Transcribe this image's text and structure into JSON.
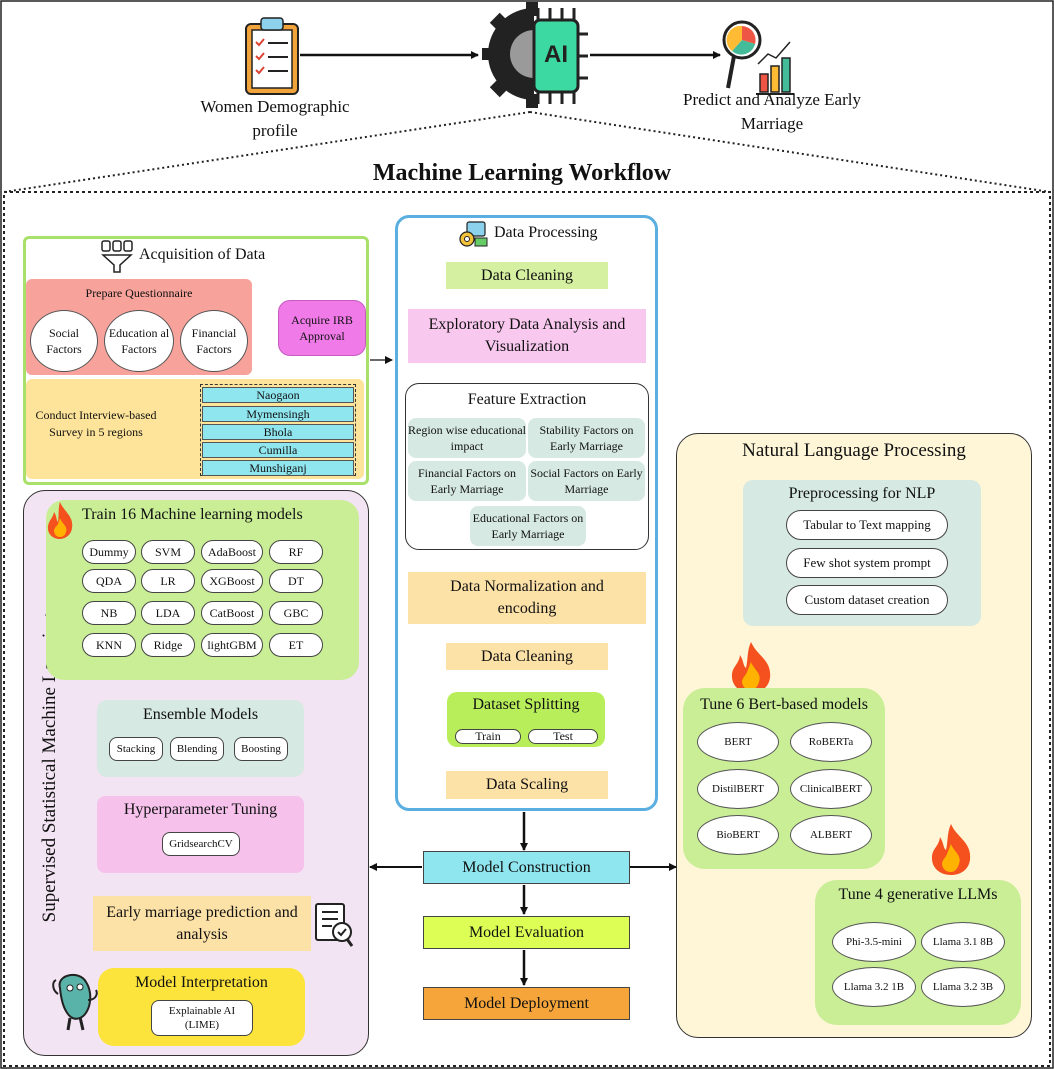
{
  "header": {
    "input_label": "Women Demographic profile",
    "ai_label": "AI",
    "output_label": "Predict and Analyze Early Marriage",
    "title": "Machine Learning Workflow"
  },
  "acquisition": {
    "title": "Acquisition of Data",
    "questionnaire_title": "Prepare Questionnaire",
    "factors": [
      "Social Factors",
      "Education al Factors",
      "Financial Factors"
    ],
    "irb": "Acquire IRB Approval",
    "survey": "Conduct Interview-based Survey in 5 regions",
    "regions": [
      "Naogaon",
      "Mymensingh",
      "Bhola",
      "Cumilla",
      "Munshiganj"
    ]
  },
  "processing": {
    "title": "Data Processing",
    "cleaning1": "Data Cleaning",
    "eda": "Exploratory Data Analysis and Visualization",
    "feature_title": "Feature Extraction",
    "features": [
      "Region wise educational impact",
      "Stability Factors on Early Marriage",
      "Financial Factors on Early Marriage",
      "Social Factors on Early Marriage",
      "Educational Factors on Early Marriage"
    ],
    "normalization": "Data Normalization and encoding",
    "cleaning2": "Data Cleaning",
    "splitting_title": "Dataset Splitting",
    "train": "Train",
    "test": "Test",
    "scaling": "Data Scaling"
  },
  "supervised": {
    "side_label": "Supervised Statistical Machine Learning",
    "train_title": "Train 16 Machine learning models",
    "models": [
      "Dummy",
      "SVM",
      "AdaBoost",
      "RF",
      "QDA",
      "LR",
      "XGBoost",
      "DT",
      "NB",
      "LDA",
      "CatBoost",
      "GBC",
      "KNN",
      "Ridge",
      "lightGBM",
      "ET"
    ],
    "ensemble_title": "Ensemble Models",
    "ensembles": [
      "Stacking",
      "Blending",
      "Boosting"
    ],
    "hyper_title": "Hyperparameter Tuning",
    "gridsearch": "GridsearchCV",
    "prediction": "Early marriage prediction and analysis",
    "interp_title": "Model Interpretation",
    "interp_item": "Explainable AI (LIME)"
  },
  "pipeline": {
    "construction": "Model Construction",
    "evaluation": "Model Evaluation",
    "deployment": "Model Deployment"
  },
  "nlp": {
    "title": "Natural Language Processing",
    "pre_title": "Preprocessing for NLP",
    "pre_items": [
      "Tabular to Text mapping",
      "Few shot system prompt",
      "Custom dataset creation"
    ],
    "bert_title": "Tune 6 Bert-based models",
    "bert_models": [
      "BERT",
      "RoBERTa",
      "DistilBERT",
      "ClinicalBERT",
      "BioBERT",
      "ALBERT"
    ],
    "llm_title": "Tune 4 generative LLMs",
    "llm_models": [
      "Phi-3.5-mini",
      "Llama 3.1 8B",
      "Llama 3.2 1B",
      "Llama 3.2 3B"
    ]
  },
  "colors": {
    "green_border": "#a8e06a",
    "blue_border": "#5aaee0",
    "salmon": "#f7a39b",
    "yellow_box": "#fde49a",
    "cyan": "#8fe6ef",
    "light_green": "#d4f0a0",
    "pink": "#f9c8ef",
    "peach": "#fde2a8",
    "lime": "#ddff55",
    "orange": "#f5a53a",
    "lavender": "#f3e4f3",
    "cream": "#fff6d8",
    "teal_light": "#d6e9e2",
    "magenta": "#ef7ae8",
    "yellow": "#fce43c"
  }
}
